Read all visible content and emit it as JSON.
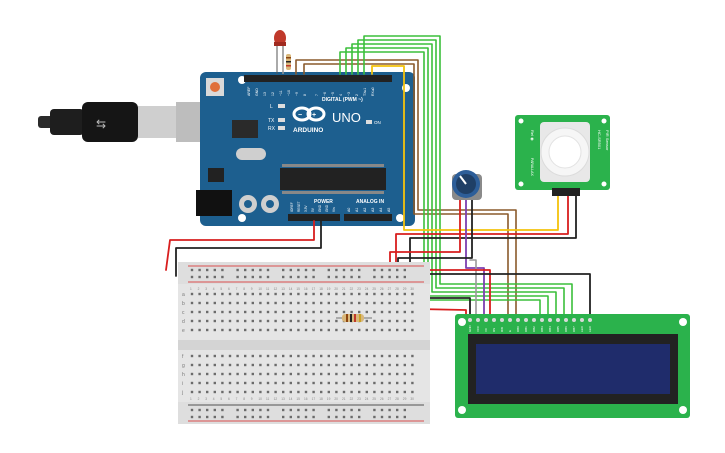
{
  "arduino": {
    "brand": "ARDUINO",
    "model": "UNO",
    "digital_header": "DIGITAL (PWM ~)",
    "power_header": "POWER",
    "analog_header": "ANALOG IN",
    "led_labels": [
      "L",
      "TX",
      "RX"
    ],
    "on_label": "ON",
    "top_pins": [
      "AREF",
      "GND",
      "13",
      "12",
      "~11",
      "~10",
      "~9",
      "8",
      "7",
      "~6",
      "~5",
      "4",
      "~3",
      "2",
      "TX▸1",
      "RX◂0"
    ],
    "power_pins": [
      "IOREF",
      "RESET",
      "3.3V",
      "5V",
      "GND",
      "GND",
      "Vin"
    ],
    "analog_pins": [
      "A0",
      "A1",
      "A2",
      "A3",
      "A4",
      "A5"
    ]
  },
  "pir_sensor": {
    "side_label_1": "HC-SR501",
    "side_label_2": "PIR Sensor",
    "pin_label_1": "Rel ◉",
    "pin_label_2": "PARALLAX"
  },
  "breadboard": {
    "row_letters_top": [
      "a",
      "b",
      "c",
      "d",
      "e"
    ],
    "row_letters_bottom": [
      "f",
      "g",
      "h",
      "i",
      "j"
    ],
    "column_numbers": [
      "1",
      "2",
      "3",
      "4",
      "5",
      "6",
      "7",
      "8",
      "9",
      "10",
      "11",
      "12",
      "13",
      "14",
      "15",
      "16",
      "17",
      "18",
      "19",
      "20",
      "21",
      "22",
      "23",
      "24",
      "25",
      "26",
      "27",
      "28",
      "29",
      "30"
    ]
  },
  "lcd": {
    "pin_labels": [
      "GND",
      "VCC",
      "V0",
      "RS",
      "RW",
      "E",
      "DB0",
      "DB1",
      "DB2",
      "DB3",
      "DB4",
      "DB5",
      "DB6",
      "DB7",
      "LED",
      "LED"
    ]
  },
  "colors": {
    "arduino_board": "#1d5f8f",
    "lcd_board": "#2bb24c",
    "lcd_screen": "#1f2c6b",
    "pir_board": "#2bb24c",
    "breadboard": "#e5e5e5",
    "wire_red": "#d81e1e",
    "wire_black": "#222222",
    "wire_green": "#3bbf3b",
    "wire_yellow": "#f4c20d",
    "wire_brown": "#8a5a2b",
    "wire_purple": "#7c3fb0",
    "wire_gray": "#9a9a9a"
  }
}
